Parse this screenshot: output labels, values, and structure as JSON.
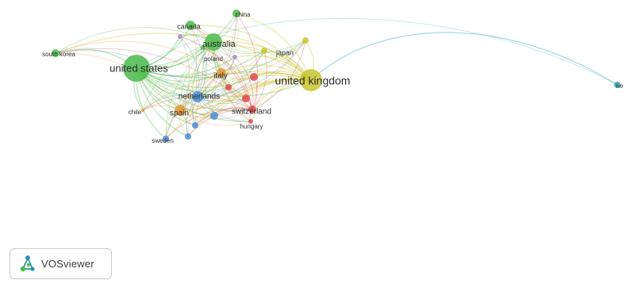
{
  "colors": {
    "green": "#4cbb4c",
    "yellow": "#c9c62e",
    "red": "#e0484a",
    "blue": "#4a8ed8",
    "orange": "#e39a3a",
    "purple": "#a98ed8",
    "teal": "#2aa3b8",
    "lightgreen": "#9ccc55"
  },
  "network": {
    "nodes": [
      {
        "id": "united-states",
        "label": "united states",
        "cluster": "green",
        "weight": 5
      },
      {
        "id": "united-kingdom",
        "label": "united kingdom",
        "cluster": "yellow",
        "weight": 5
      },
      {
        "id": "australia",
        "label": "australia",
        "cluster": "green",
        "weight": 3
      },
      {
        "id": "canada",
        "label": "canada",
        "cluster": "green",
        "weight": 2
      },
      {
        "id": "china",
        "label": "china",
        "cluster": "green",
        "weight": 1
      },
      {
        "id": "south-korea",
        "label": "south korea",
        "cluster": "green",
        "weight": 1
      },
      {
        "id": "japan",
        "label": "japan",
        "cluster": "yellow",
        "weight": 1
      },
      {
        "id": "poland",
        "label": "poland",
        "cluster": "purple",
        "weight": 1
      },
      {
        "id": "italy",
        "label": "italy",
        "cluster": "orange",
        "weight": 2
      },
      {
        "id": "netherlands",
        "label": "netherlands",
        "cluster": "blue",
        "weight": 2
      },
      {
        "id": "switzerland",
        "label": "switzerland",
        "cluster": "red",
        "weight": 2
      },
      {
        "id": "spain",
        "label": "spain",
        "cluster": "orange",
        "weight": 2
      },
      {
        "id": "chile",
        "label": "chile",
        "cluster": "orange",
        "weight": 1
      },
      {
        "id": "hungary",
        "label": "hungary",
        "cluster": "red",
        "weight": 1
      },
      {
        "id": "sweden",
        "label": "sweden",
        "cluster": "blue",
        "weight": 1
      },
      {
        "id": "far-right",
        "label": "ne",
        "cluster": "teal",
        "weight": 1
      }
    ],
    "minor_nodes": [
      {
        "cluster": "red"
      },
      {
        "cluster": "red"
      },
      {
        "cluster": "red"
      },
      {
        "cluster": "blue"
      },
      {
        "cluster": "blue"
      },
      {
        "cluster": "blue"
      },
      {
        "cluster": "yellow"
      },
      {
        "cluster": "green"
      },
      {
        "cluster": "purple"
      }
    ]
  },
  "brand": {
    "name": "VOSviewer",
    "logo_icon": "vosviewer-logo-icon"
  }
}
